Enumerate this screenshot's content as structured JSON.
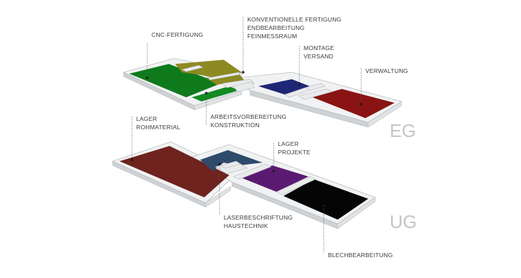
{
  "floors": {
    "eg": "EG",
    "ug": "UG"
  },
  "labels": {
    "cnc": [
      "CNC-FERTIGUNG"
    ],
    "konventionell": [
      "KONVENTIONELLE FERTIGUNG",
      "ENDBEARBEITUNG",
      "FEINMESSRAUM"
    ],
    "montage": [
      "MONTAGE",
      "VERSAND"
    ],
    "verwaltung": [
      "VERWALTUNG"
    ],
    "arbeitsvorbereitung": [
      "ARBEITSVORBEREITUNG",
      "KONSTRUKTION"
    ],
    "lager_roh": [
      "LAGER",
      "ROHMATERIAL"
    ],
    "lager_projekte": [
      "LAGER",
      "PROJEKTE"
    ],
    "laser": [
      "LASERBESCHRIFTUNG",
      "HAUSTECHNIK"
    ],
    "blech": [
      "BLECHBEARBEITUNG"
    ]
  },
  "colors": {
    "cnc": "#0f7a1c",
    "konventionell": "#8d8a22",
    "montage": "#1f2676",
    "verwaltung": "#8a1414",
    "arbeitsvorbereitung": "#138a22",
    "lager_roh": "#6e231e",
    "laser": "#2e4b6c",
    "lager_projekte": "#5a1a72",
    "blech": "#050505"
  }
}
